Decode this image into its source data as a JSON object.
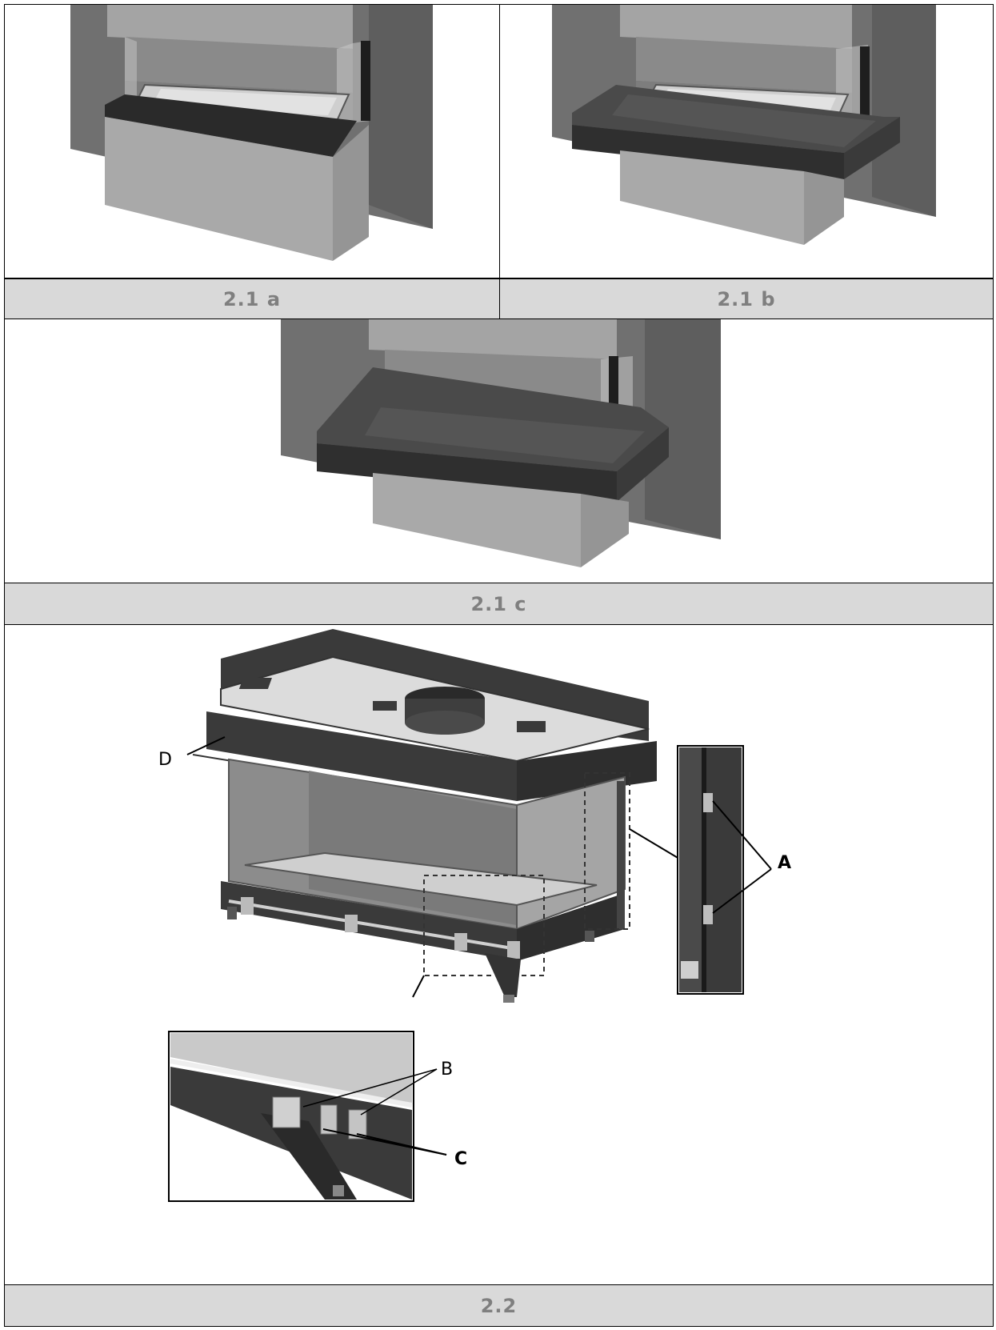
{
  "figures": {
    "fig_2_1a": {
      "caption": "2.1 a"
    },
    "fig_2_1b": {
      "caption": "2.1 b"
    },
    "fig_2_1c": {
      "caption": "2.1 c"
    },
    "fig_2_2": {
      "caption": "2.2",
      "labels": {
        "a": "A",
        "b": "B",
        "c": "C",
        "d": "D"
      }
    }
  },
  "colors": {
    "caption_bg": "#d9d9d9",
    "caption_text": "#7f7f7f",
    "wall": "#6f6f6f",
    "chimney": "#9a9a9a",
    "base": "#a8a8a8",
    "stone": "#3e3e3e",
    "frame": "#3a3a3a"
  }
}
